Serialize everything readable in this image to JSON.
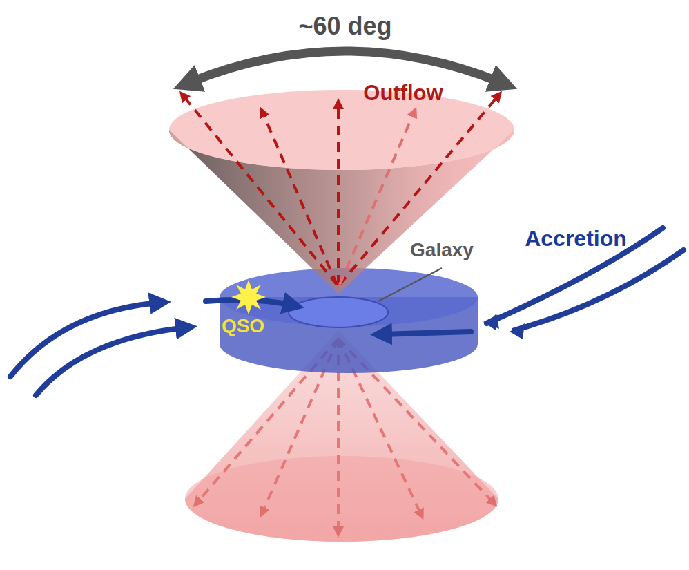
{
  "diagram": {
    "labels": [
      "~60 deg",
      "Outflow",
      "Galaxy",
      "Accretion",
      "QSO"
    ]
  }
}
